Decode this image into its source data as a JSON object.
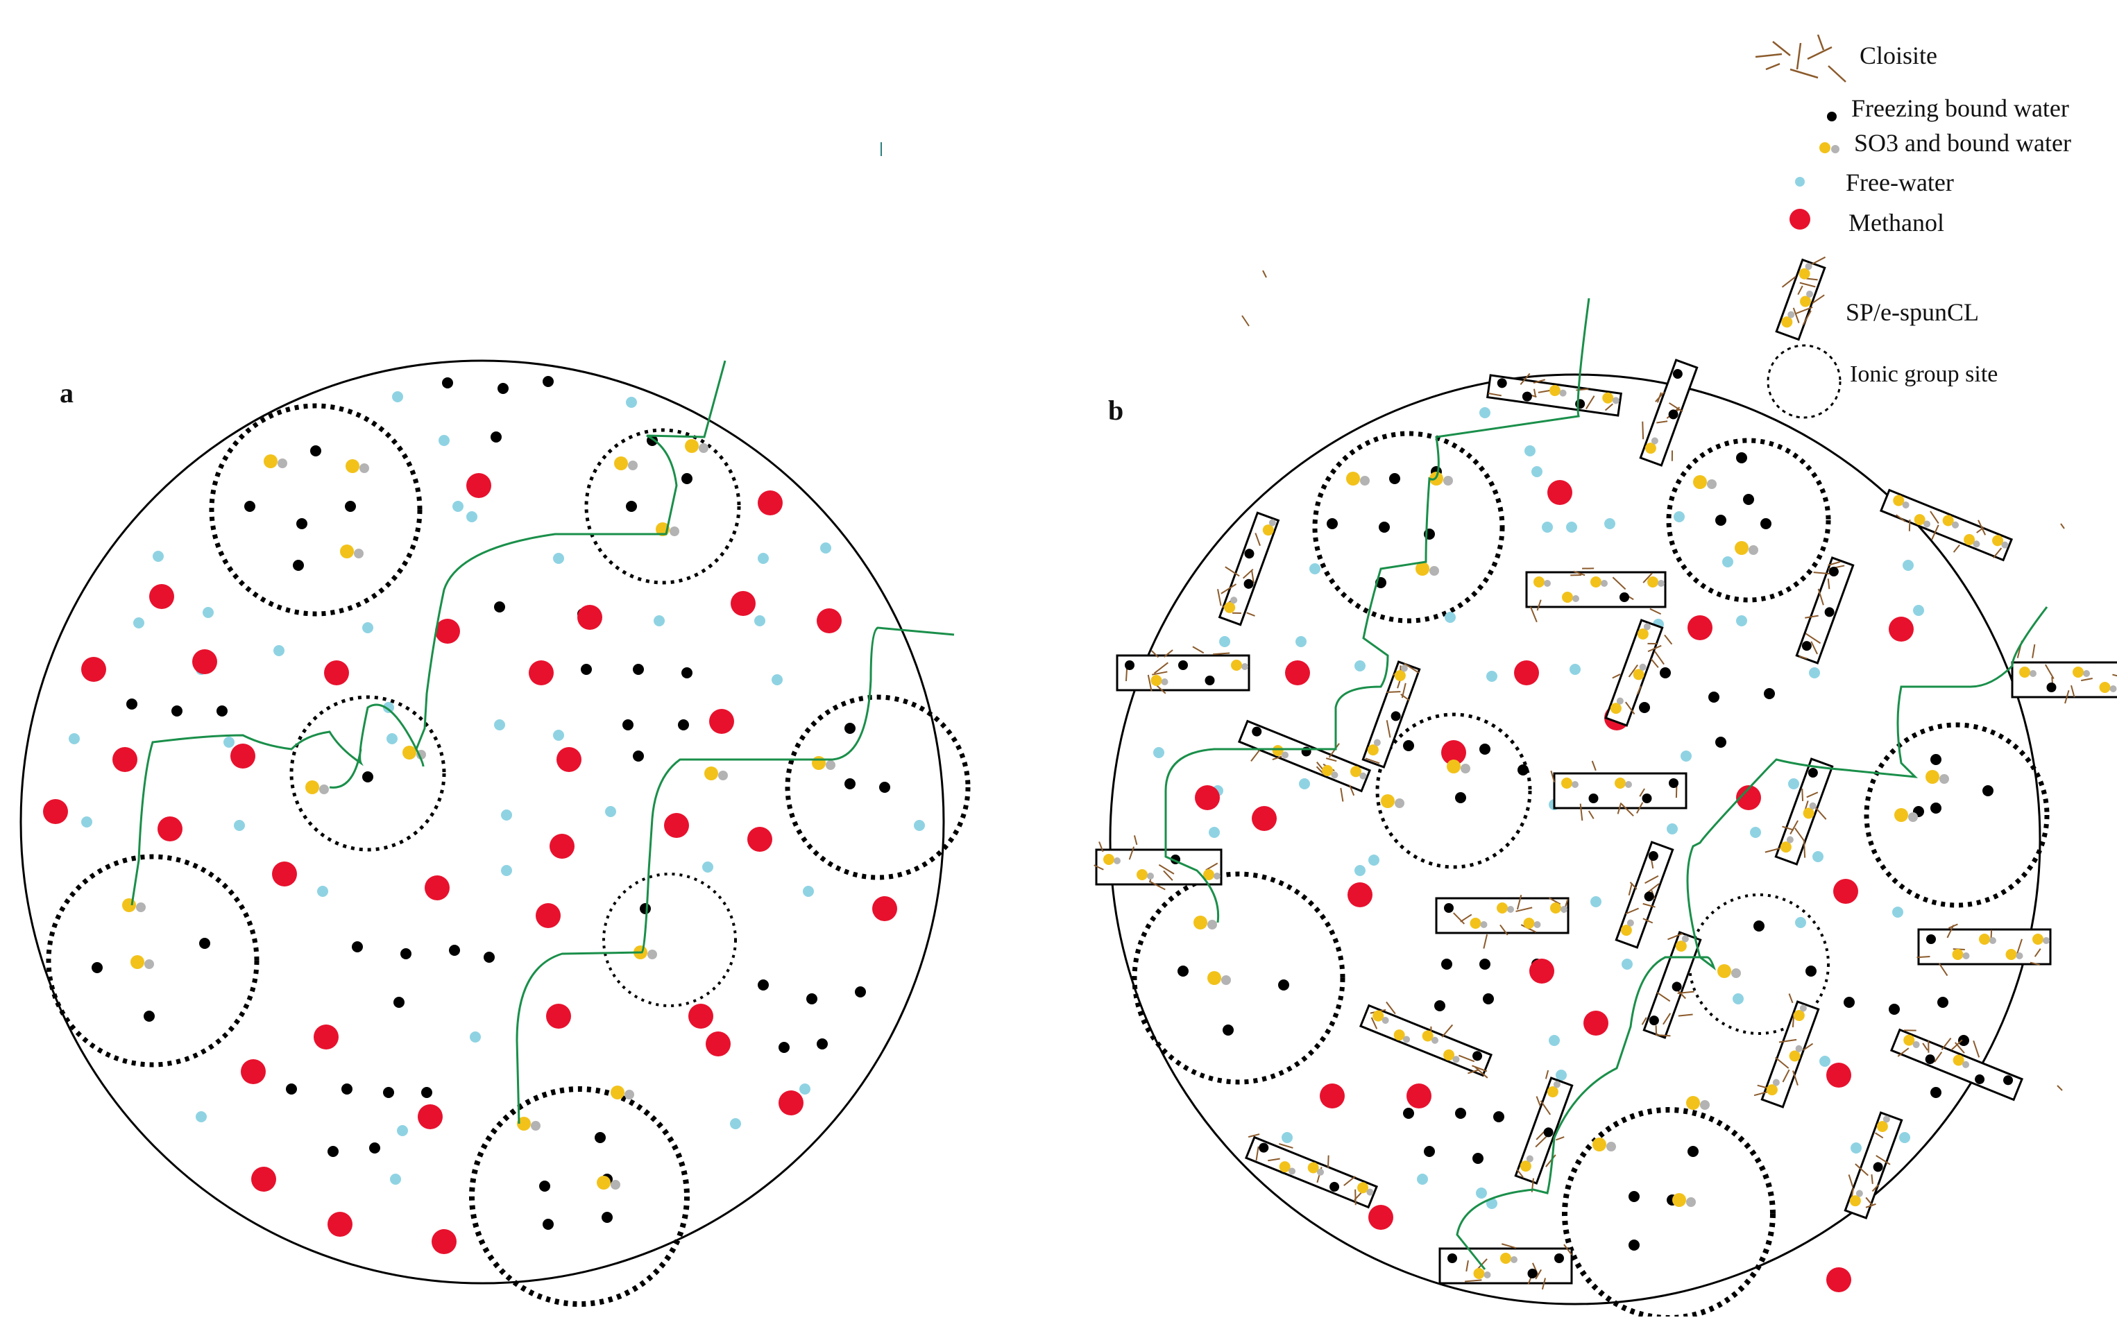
{
  "panels": {
    "a": {
      "label": "a"
    },
    "b": {
      "label": "b"
    }
  },
  "legend": {
    "cloisite": "Cloisite",
    "freezing_bound_water": "Freezing bound water",
    "so3_bound_water": "SO3 and bound water",
    "free_water": "Free-water",
    "methanol": "Methanol",
    "sp_espuncl": "SP/e-spunCL",
    "ionic_group_site": "Ionic group site"
  },
  "colors": {
    "freezing_bound_water": "#000000",
    "so3": "#f2c21b",
    "bound_water": "#b3b3b3",
    "free_water": "#8fd3e3",
    "methanol": "#e8112d",
    "proton_path": "#1a8f4a",
    "cloisite": "#8b5a2b",
    "ionic_site_border": "#000000"
  },
  "icons": {
    "cloisite": "cloisite-fiber-icon",
    "sp_espuncl": "nanofiber-bundle-icon",
    "ionic_group_site": "dotted-circle-icon"
  }
}
